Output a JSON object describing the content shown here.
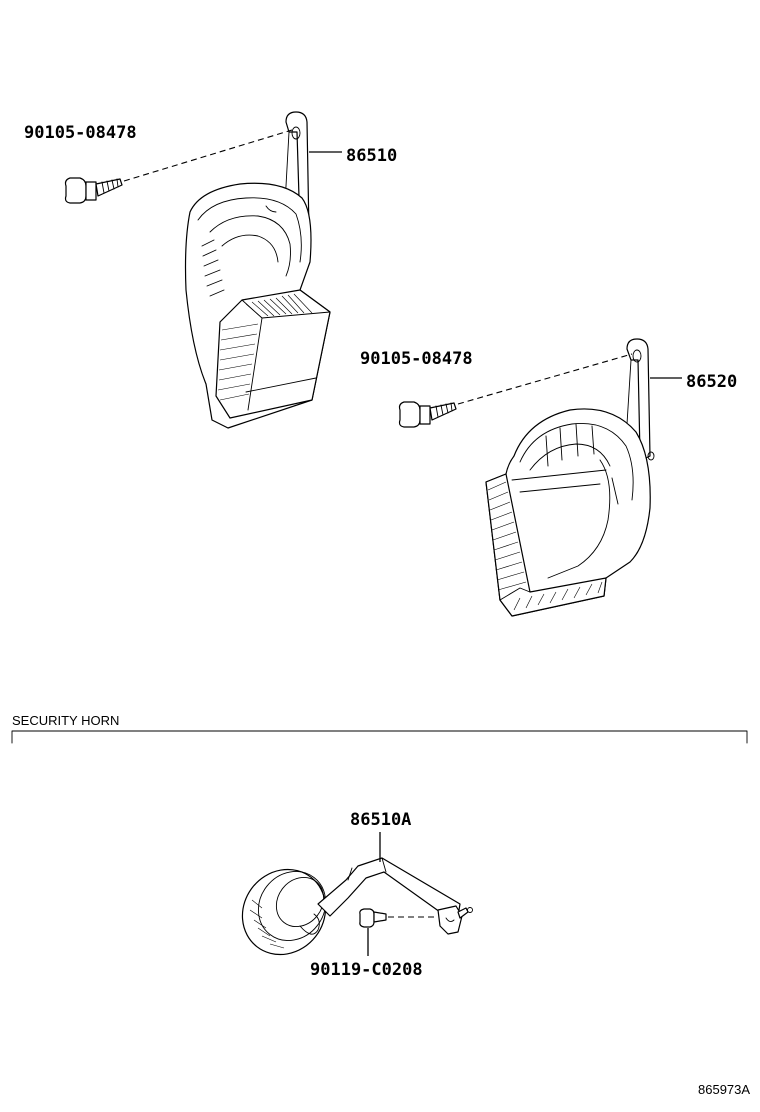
{
  "parts": {
    "horn_86510": {
      "label": "86510"
    },
    "horn_86520": {
      "label": "86520"
    },
    "security_horn": {
      "label": "86510A"
    }
  },
  "fasteners": {
    "bolt_upper": {
      "label": "90105-08478"
    },
    "bolt_middle": {
      "label": "90105-08478"
    },
    "bolt_security": {
      "label": "90119-C0208"
    }
  },
  "section": {
    "label": "SECURITY HORN"
  },
  "figure": {
    "id": "865973A"
  }
}
